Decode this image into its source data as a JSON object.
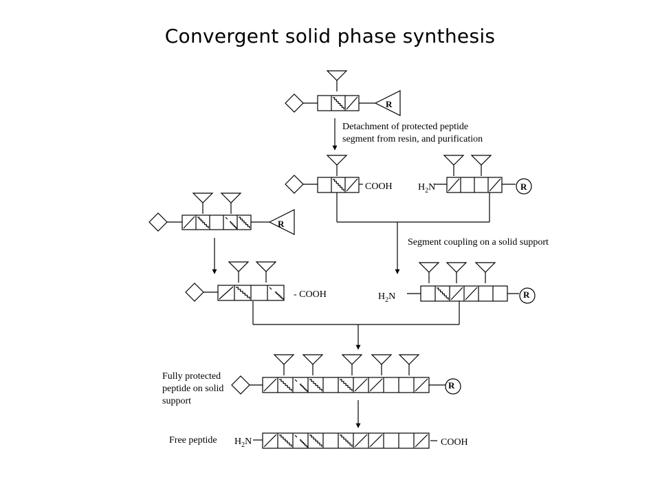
{
  "title": "Convergent solid phase synthesis",
  "labels": {
    "detachment_line1": "Detachment of protected peptide",
    "detachment_line2": "segment from resin, and purification",
    "coupling": "Segment coupling on a solid support",
    "fully_protected_line1": "Fully protected",
    "fully_protected_line2": "peptide on solid",
    "fully_protected_line3": "support",
    "free_peptide": "Free peptide"
  },
  "groups": {
    "acid": "COOH",
    "acid_dash": "- COOH",
    "amine_h": "H",
    "amine_sub": "2",
    "amine_n": "N",
    "resin": "R"
  },
  "colors": {
    "ink": "#000000",
    "background": "#ffffff"
  }
}
